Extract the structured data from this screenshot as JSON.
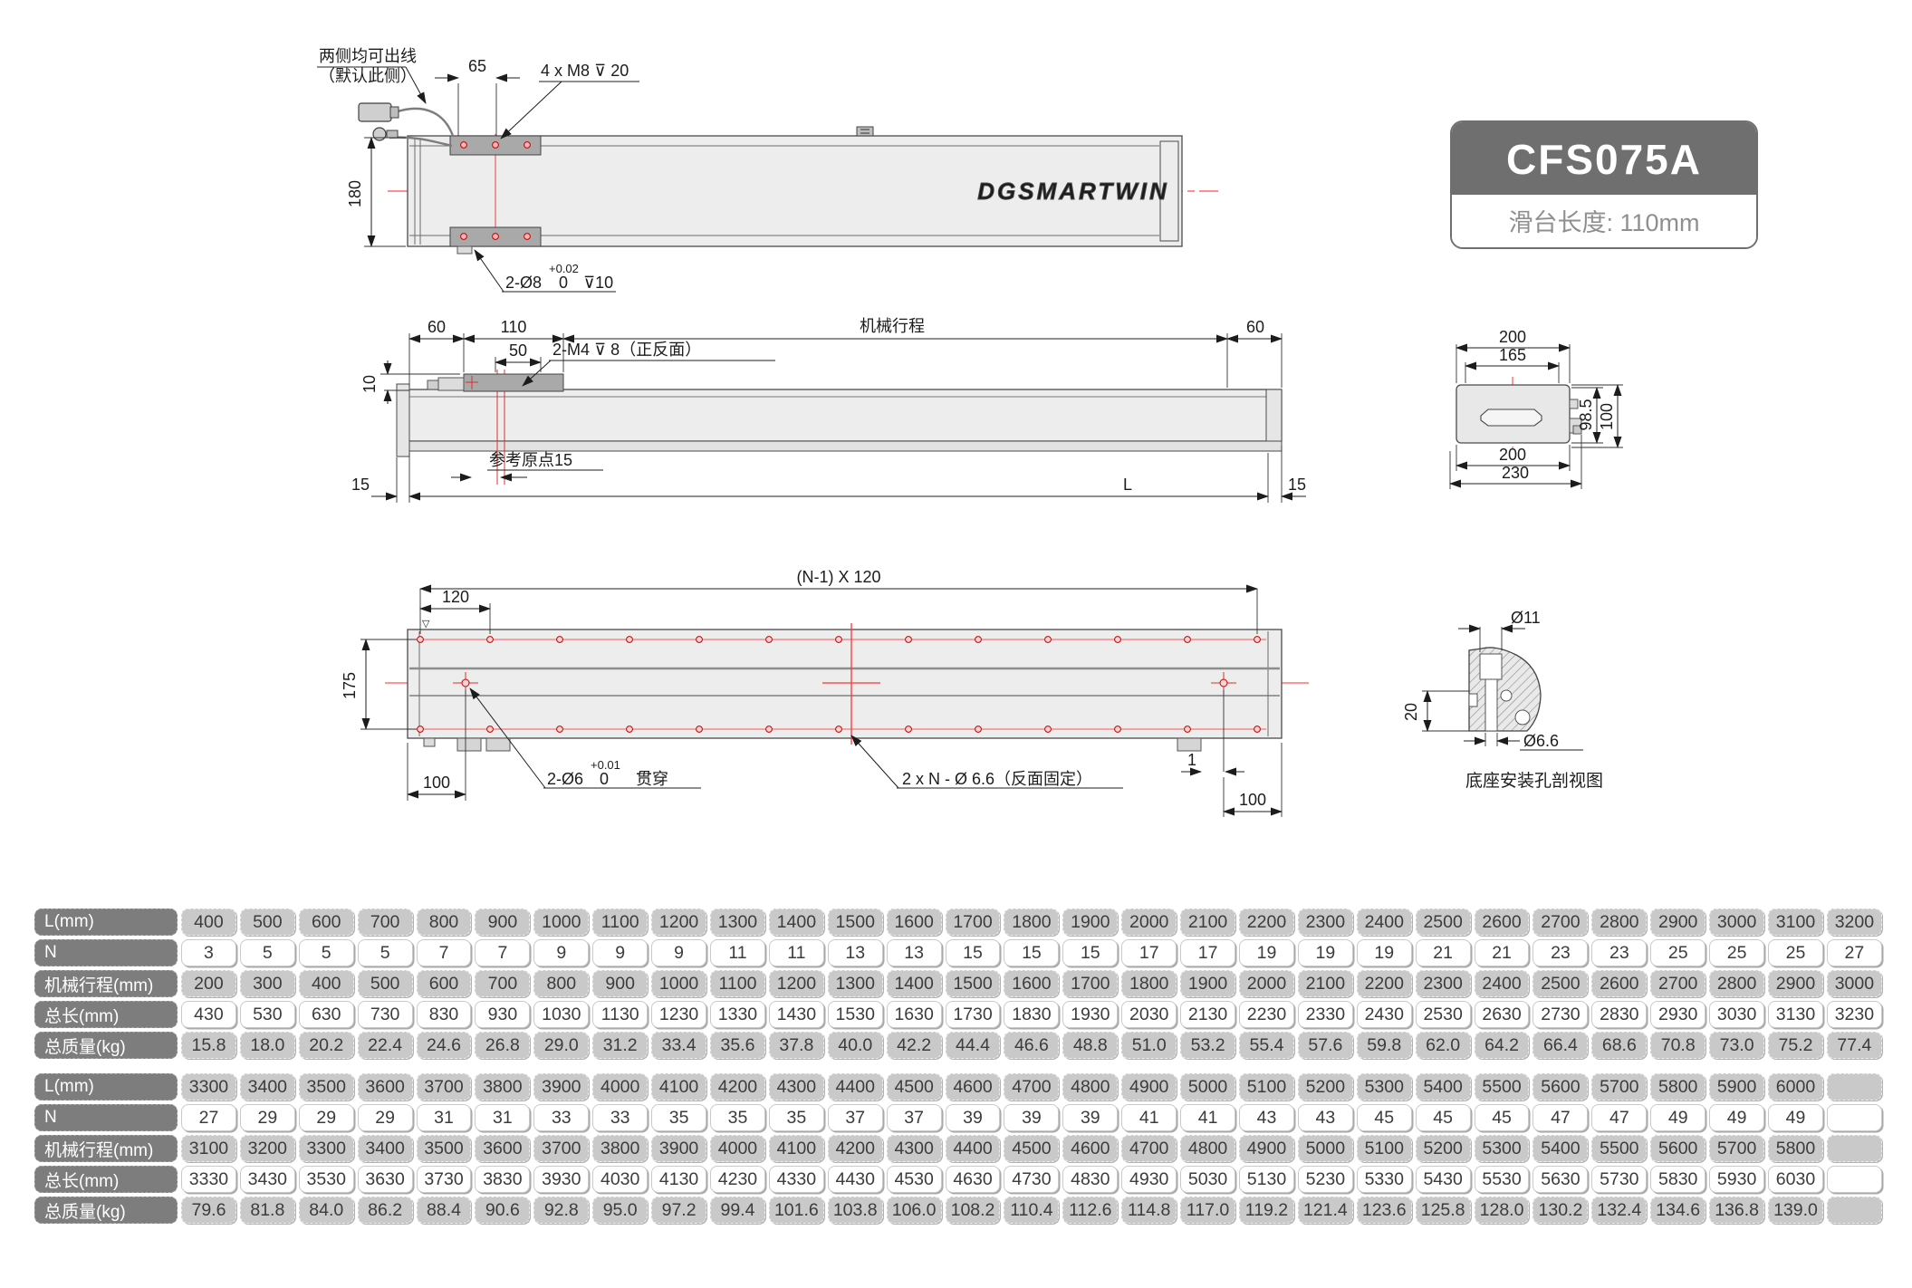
{
  "badge": {
    "model": "CFS075A",
    "subtitle": "滑台长度: 110mm"
  },
  "logo": "DGSMARTWIN",
  "plan_view": {
    "cable_note_line1": "两侧均可出线",
    "cable_note_line2": "（默认此侧）",
    "dim_65": "65",
    "thread_note": "4 x M8 ⊽ 20",
    "dim_180": "180",
    "pin_note": "2-Ø8",
    "pin_tol_top": "+0.02",
    "pin_tol_bottom": "0",
    "pin_depth": "⊽10"
  },
  "side_view": {
    "dim_60_left": "60",
    "dim_110": "110",
    "dim_50": "50",
    "dim_10": "10",
    "stroke_label": "机械行程",
    "dim_60_right": "60",
    "thread_note": "2-M4 ⊽ 8（正反面）",
    "origin_note": "参考原点15",
    "dim_15_left": "15",
    "dim_L": "L",
    "dim_15_right": "15"
  },
  "base_view": {
    "pitch_note": "(N-1) X 120",
    "dim_120": "120",
    "dim_175": "175",
    "dim_100_left": "100",
    "finish_mark": "▽",
    "pin_note": "2-Ø6",
    "pin_tol_top": "+0.01",
    "pin_tol_bottom": "0",
    "pin_through": "贯穿",
    "mount_note": "2 x N - Ø 6.6（反面固定）",
    "dim_1": "1",
    "dim_100_right": "100"
  },
  "end_view": {
    "dim_200_top": "200",
    "dim_165": "165",
    "dim_98_5": "98.5",
    "dim_100": "100",
    "dim_200_bottom": "200",
    "dim_230": "230"
  },
  "hole_detail": {
    "dia_11": "Ø11",
    "dim_20": "20",
    "dia_6_6": "Ø6.6",
    "caption": "底座安装孔剖视图"
  },
  "tables": [
    {
      "rows": [
        {
          "label": "L(mm)",
          "style": "gray",
          "values": [
            400,
            500,
            600,
            700,
            800,
            900,
            1000,
            1100,
            1200,
            1300,
            1400,
            1500,
            1600,
            1700,
            1800,
            1900,
            2000,
            2100,
            2200,
            2300,
            2400,
            2500,
            2600,
            2700,
            2800,
            2900,
            3000,
            3100,
            3200
          ]
        },
        {
          "label": "N",
          "style": "white",
          "values": [
            3,
            5,
            5,
            5,
            7,
            7,
            9,
            9,
            9,
            11,
            11,
            13,
            13,
            15,
            15,
            15,
            17,
            17,
            19,
            19,
            19,
            21,
            21,
            23,
            23,
            25,
            25,
            25,
            27
          ]
        },
        {
          "label": "机械行程(mm)",
          "style": "gray",
          "values": [
            200,
            300,
            400,
            500,
            600,
            700,
            800,
            900,
            1000,
            1100,
            1200,
            1300,
            1400,
            1500,
            1600,
            1700,
            1800,
            1900,
            2000,
            2100,
            2200,
            2300,
            2400,
            2500,
            2600,
            2700,
            2800,
            2900,
            3000
          ]
        },
        {
          "label": "总长(mm)",
          "style": "white",
          "values": [
            430,
            530,
            630,
            730,
            830,
            930,
            1030,
            1130,
            1230,
            1330,
            1430,
            1530,
            1630,
            1730,
            1830,
            1930,
            2030,
            2130,
            2230,
            2330,
            2430,
            2530,
            2630,
            2730,
            2830,
            2930,
            3030,
            3130,
            3230
          ]
        },
        {
          "label": "总质量(kg)",
          "style": "gray",
          "values": [
            "15.8",
            "18.0",
            "20.2",
            "22.4",
            "24.6",
            "26.8",
            "29.0",
            "31.2",
            "33.4",
            "35.6",
            "37.8",
            "40.0",
            "42.2",
            "44.4",
            "46.6",
            "48.8",
            "51.0",
            "53.2",
            "55.4",
            "57.6",
            "59.8",
            "62.0",
            "64.2",
            "66.4",
            "68.6",
            "70.8",
            "73.0",
            "75.2",
            "77.4"
          ]
        }
      ]
    },
    {
      "rows": [
        {
          "label": "L(mm)",
          "style": "gray",
          "values": [
            3300,
            3400,
            3500,
            3600,
            3700,
            3800,
            3900,
            4000,
            4100,
            4200,
            4300,
            4400,
            4500,
            4600,
            4700,
            4800,
            4900,
            5000,
            5100,
            5200,
            5300,
            5400,
            5500,
            5600,
            5700,
            5800,
            5900,
            6000,
            ""
          ]
        },
        {
          "label": "N",
          "style": "white",
          "values": [
            27,
            29,
            29,
            29,
            31,
            31,
            33,
            33,
            35,
            35,
            35,
            37,
            37,
            39,
            39,
            39,
            41,
            41,
            43,
            43,
            45,
            45,
            45,
            47,
            47,
            49,
            49,
            49,
            ""
          ]
        },
        {
          "label": "机械行程(mm)",
          "style": "gray",
          "values": [
            3100,
            3200,
            3300,
            3400,
            3500,
            3600,
            3700,
            3800,
            3900,
            4000,
            4100,
            4200,
            4300,
            4400,
            4500,
            4600,
            4700,
            4800,
            4900,
            5000,
            5100,
            5200,
            5300,
            5400,
            5500,
            5600,
            5700,
            5800,
            ""
          ]
        },
        {
          "label": "总长(mm)",
          "style": "white",
          "values": [
            3330,
            3430,
            3530,
            3630,
            3730,
            3830,
            3930,
            4030,
            4130,
            4230,
            4330,
            4430,
            4530,
            4630,
            4730,
            4830,
            4930,
            5030,
            5130,
            5230,
            5330,
            5430,
            5530,
            5630,
            5730,
            5830,
            5930,
            6030,
            ""
          ]
        },
        {
          "label": "总质量(kg)",
          "style": "gray",
          "values": [
            "79.6",
            "81.8",
            "84.0",
            "86.2",
            "88.4",
            "90.6",
            "92.8",
            "95.0",
            "97.2",
            "99.4",
            "101.6",
            "103.8",
            "106.0",
            "108.2",
            "110.4",
            "112.6",
            "114.8",
            "117.0",
            "119.2",
            "121.4",
            "123.6",
            "125.8",
            "128.0",
            "130.2",
            "132.4",
            "134.6",
            "136.8",
            "139.0",
            ""
          ]
        }
      ]
    }
  ]
}
